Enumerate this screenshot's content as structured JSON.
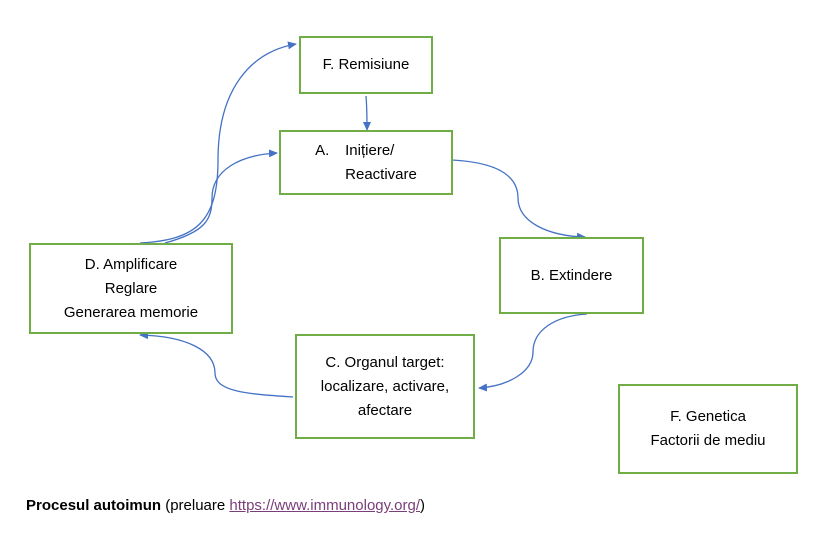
{
  "diagram": {
    "nodes": {
      "remisiune": {
        "lines": [
          "F. Remisiune"
        ]
      },
      "initiere": {
        "number": "A.",
        "lines": [
          "Inițiere/",
          "Reactivare"
        ]
      },
      "extindere": {
        "lines": [
          "B. Extindere"
        ]
      },
      "organ": {
        "lines": [
          "C. Organul target:",
          "localizare, activare,",
          "afectare"
        ]
      },
      "amplificare": {
        "lines": [
          "D. Amplificare",
          "Reglare",
          "Generarea memorie"
        ]
      },
      "genetica": {
        "lines": [
          "F. Genetica",
          "Factorii de mediu"
        ]
      }
    },
    "colors": {
      "box_border": "#70ad47",
      "arrow": "#4472c4",
      "link": "#7a3e7a"
    }
  },
  "caption": {
    "title": "Procesul autoimun",
    "prefix": " (preluare ",
    "link_text": "https://www.immunology.org/",
    "suffix": ")"
  }
}
